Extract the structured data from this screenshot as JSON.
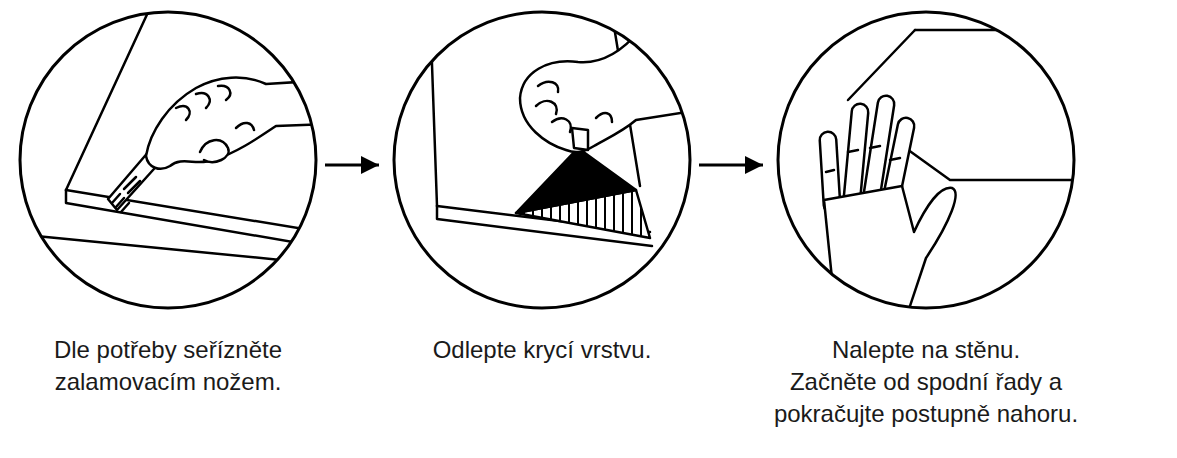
{
  "diagram": {
    "nodes": [
      {
        "text": [
          "Dle potřeby seřízněte zalamovacím nožem."
        ]
      },
      {
        "text": [
          "Odlepte krycí vrstvu."
        ]
      },
      {
        "text": [
          "Nalepte na stěnu.",
          "Začněte od spodní řady a pokračujte postupně nahoru."
        ]
      }
    ],
    "edges": [
      {
        "from": 0,
        "to": 1,
        "arrow": "to"
      },
      {
        "from": 1,
        "to": 2,
        "arrow": "to"
      }
    ]
  }
}
